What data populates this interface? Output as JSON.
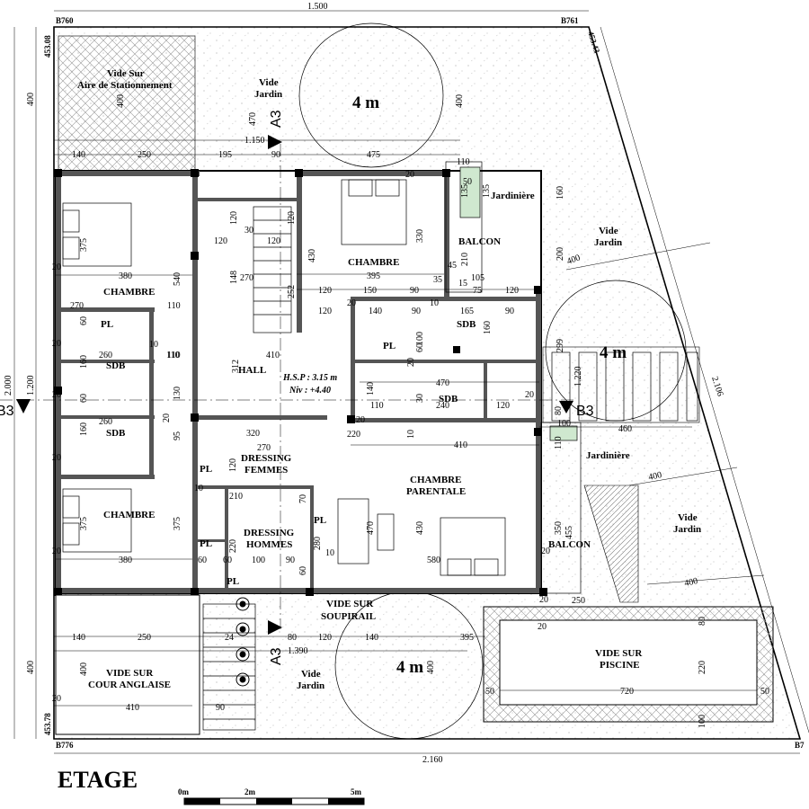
{
  "title": "ETAGE",
  "scale_bar": {
    "labels": [
      "0m",
      "2m",
      "5m"
    ]
  },
  "corners": {
    "top_left": "B760",
    "top_right": "B761",
    "bottom_left": "B776",
    "bottom_right": "B7"
  },
  "elevations": {
    "top_left": "453.08",
    "top_right": "453.43",
    "bottom_left": "453.78"
  },
  "hsp": {
    "line1": "H.S.P : 3.15 m",
    "line2": "Niv : +4.40"
  },
  "sections": {
    "a3": "A3",
    "b3": "B3",
    "b3_left": "B3"
  },
  "tree_label": "4 m",
  "rooms": {
    "vide_stationnement": [
      "Vide Sur",
      "Aire de Stationnement"
    ],
    "vide_jardin": [
      "Vide",
      "Jardin"
    ],
    "chambre": "CHAMBRE",
    "chambre_parentale": [
      "CHAMBRE",
      "PARENTALE"
    ],
    "sdb": "SDB",
    "pl": "PL",
    "hall": "HALL",
    "balcon": "BALCON",
    "jardiniere": "Jardinière",
    "dressing_femmes": [
      "DRESSING",
      "FEMMES"
    ],
    "dressing_hommes": [
      "DRESSING",
      "HOMMES"
    ],
    "vide_soupirail": [
      "VIDE SUR",
      "SOUPIRAIL"
    ],
    "vide_cour": [
      "VIDE SUR",
      "COUR ANGLAISE"
    ],
    "vide_piscine": [
      "VIDE SUR",
      "PISCINE"
    ]
  },
  "dims": {
    "d1500": "1.500",
    "d1150": "1.150",
    "d1390": "1.390",
    "d2160": "2.160",
    "d2000": "2.000",
    "d1200": "1.200",
    "d2106": "2.106",
    "d1220": "1.220",
    "d140": "140",
    "d250": "250",
    "d195": "195",
    "d90": "90",
    "d475": "475",
    "d110": "110",
    "d400": "400",
    "d470": "470",
    "d375": "375",
    "d380": "380",
    "d540": "540",
    "d270": "270",
    "d260": "260",
    "d160": "160",
    "d60": "60",
    "d20": "20",
    "d10": "10",
    "d120": "120",
    "d30": "30",
    "d148": "148",
    "d252": "252",
    "d430": "430",
    "d395": "395",
    "d330": "330",
    "d150": "150",
    "d35": "35",
    "d45": "45",
    "d15": "15",
    "d75": "75",
    "d105": "105",
    "d210": "210",
    "d135": "135",
    "d50": "50",
    "d165": "165",
    "d100": "100",
    "d312": "312",
    "d410": "410",
    "d130": "130",
    "d95": "95",
    "d320": "320",
    "d240": "240",
    "d220": "220",
    "d80": "80",
    "d460": "460",
    "d580": "580",
    "d350": "350",
    "d455": "455",
    "d280": "280",
    "d70": "70",
    "d720": "720",
    "d299": "299",
    "d200": "200",
    "d24": "24"
  }
}
